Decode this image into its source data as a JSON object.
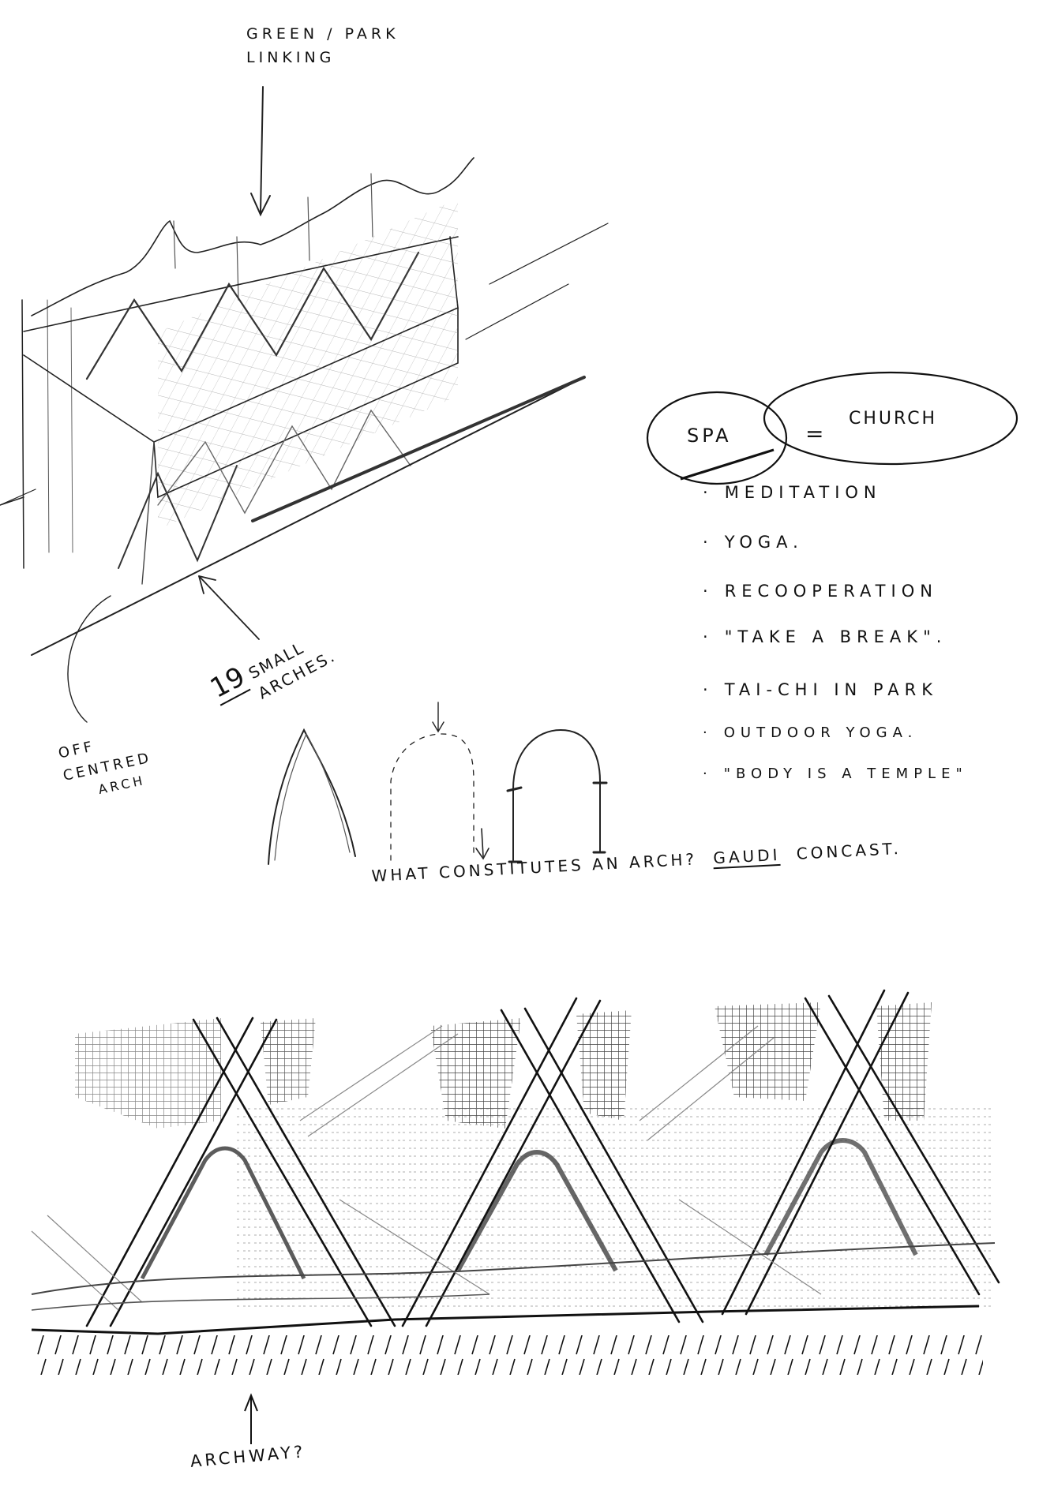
{
  "sketch_page": {
    "top_annotation": {
      "line1": "GREEN / PARK",
      "line2": "LINKING"
    },
    "equation": {
      "left": "SPA",
      "operator": "=",
      "right": "CHURCH"
    },
    "activities": [
      "MEDITATION",
      "YOGA.",
      "RECOOPERATION",
      "\"TAKE A BREAK\".",
      "TAI-CHI IN PARK",
      "OUTDOOR YOGA.",
      "\"BODY IS A TEMPLE\""
    ],
    "bullet_glyph": "·",
    "arches_label": {
      "number": "19",
      "line1": "SMALL",
      "line2": "ARCHES."
    },
    "side_note": {
      "line1": "OFF",
      "line2": "CENTRED",
      "line3": "ARCH"
    },
    "question": {
      "text_before": "WHAT CONSTITUTES AN ARCH?",
      "underlined": "GAUDI",
      "text_after": "CONCAST."
    },
    "bottom_label": "ARCHWAY?",
    "ink_color": "#111111",
    "paper_color": "#ffffff"
  }
}
